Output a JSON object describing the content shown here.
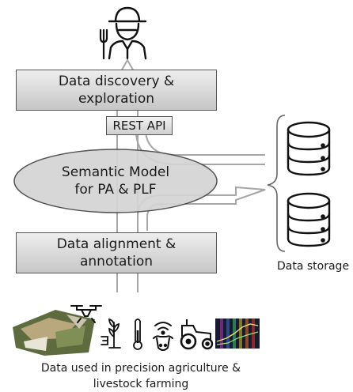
{
  "diagram": {
    "boxes": {
      "discovery": "Data discovery &\nexploration",
      "alignment": "Data alignment &\nannotation"
    },
    "rest_api": "REST API",
    "semantic_model": "Semantic Model\nfor PA & PLF",
    "storage_label": "Data storage",
    "bottom_caption": "Data used in precision agriculture &\nlivestock farming",
    "icons": [
      "farmer-icon",
      "fork-icon",
      "database-icon",
      "aerial-map-image",
      "drone-icon",
      "plant-sensor-icon",
      "thermometer-icon",
      "cow-sensor-icon",
      "tractor-icon",
      "spectral-chart-image"
    ],
    "colors": {
      "box_fill": "#d9d9d9",
      "ellipse_fill": "#d4d4d4",
      "arrow_stroke": "#a6a6a6",
      "outline": "#333333"
    }
  }
}
